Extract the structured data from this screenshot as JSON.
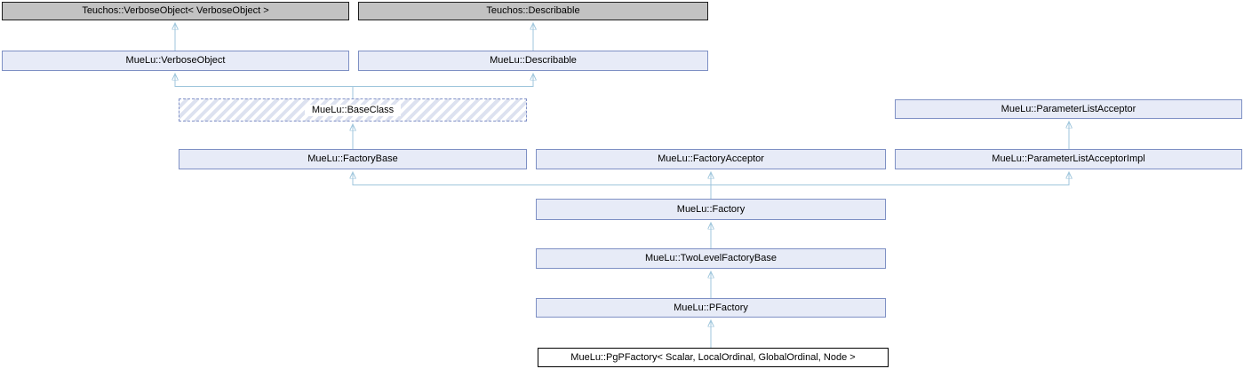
{
  "diagram": {
    "type": "class-inheritance-graph",
    "current_class": "MueLu::PgPFactory< Scalar, LocalOrdinal, GlobalOrdinal, Node >",
    "colors": {
      "external_fill": "#c2c2c2",
      "external_border": "#1c1c1c",
      "internal_fill": "#e7ebf7",
      "internal_border": "#7e90c4",
      "hatch_stripe": "#dde2f0",
      "hatch_border": "#8292c8",
      "current_fill": "#ffffff",
      "current_border": "#000000",
      "edge": "#9fc6dc",
      "text": "#000000"
    },
    "nodes": [
      {
        "id": "teuchos-verbose-object",
        "label": "Teuchos::VerboseObject< VerboseObject >",
        "style": "external"
      },
      {
        "id": "teuchos-describable",
        "label": "Teuchos::Describable",
        "style": "external"
      },
      {
        "id": "muelu-verbose-object",
        "label": "MueLu::VerboseObject",
        "style": "internal"
      },
      {
        "id": "muelu-describable",
        "label": "MueLu::Describable",
        "style": "internal"
      },
      {
        "id": "muelu-base-class",
        "label": "MueLu::BaseClass",
        "style": "hatched"
      },
      {
        "id": "muelu-parameter-list-acceptor",
        "label": "MueLu::ParameterListAcceptor",
        "style": "internal"
      },
      {
        "id": "muelu-factory-base",
        "label": "MueLu::FactoryBase",
        "style": "internal"
      },
      {
        "id": "muelu-factory-acceptor",
        "label": "MueLu::FactoryAcceptor",
        "style": "internal"
      },
      {
        "id": "muelu-parameter-list-acceptor-impl",
        "label": "MueLu::ParameterListAcceptorImpl",
        "style": "internal"
      },
      {
        "id": "muelu-factory",
        "label": "MueLu::Factory",
        "style": "internal"
      },
      {
        "id": "muelu-two-level-factory-base",
        "label": "MueLu::TwoLevelFactoryBase",
        "style": "internal"
      },
      {
        "id": "muelu-pfactory",
        "label": "MueLu::PFactory",
        "style": "internal"
      },
      {
        "id": "muelu-pgp-factory",
        "label": "MueLu::PgPFactory< Scalar, LocalOrdinal, GlobalOrdinal, Node >",
        "style": "current"
      }
    ],
    "edges": [
      {
        "from": "muelu-verbose-object",
        "to": "teuchos-verbose-object"
      },
      {
        "from": "muelu-describable",
        "to": "teuchos-describable"
      },
      {
        "from": "muelu-base-class",
        "to": "muelu-verbose-object"
      },
      {
        "from": "muelu-base-class",
        "to": "muelu-describable"
      },
      {
        "from": "muelu-factory-base",
        "to": "muelu-base-class"
      },
      {
        "from": "muelu-parameter-list-acceptor-impl",
        "to": "muelu-parameter-list-acceptor"
      },
      {
        "from": "muelu-factory",
        "to": "muelu-factory-base"
      },
      {
        "from": "muelu-factory",
        "to": "muelu-factory-acceptor"
      },
      {
        "from": "muelu-factory",
        "to": "muelu-parameter-list-acceptor-impl"
      },
      {
        "from": "muelu-two-level-factory-base",
        "to": "muelu-factory"
      },
      {
        "from": "muelu-pfactory",
        "to": "muelu-two-level-factory-base"
      },
      {
        "from": "muelu-pgp-factory",
        "to": "muelu-pfactory"
      }
    ]
  }
}
